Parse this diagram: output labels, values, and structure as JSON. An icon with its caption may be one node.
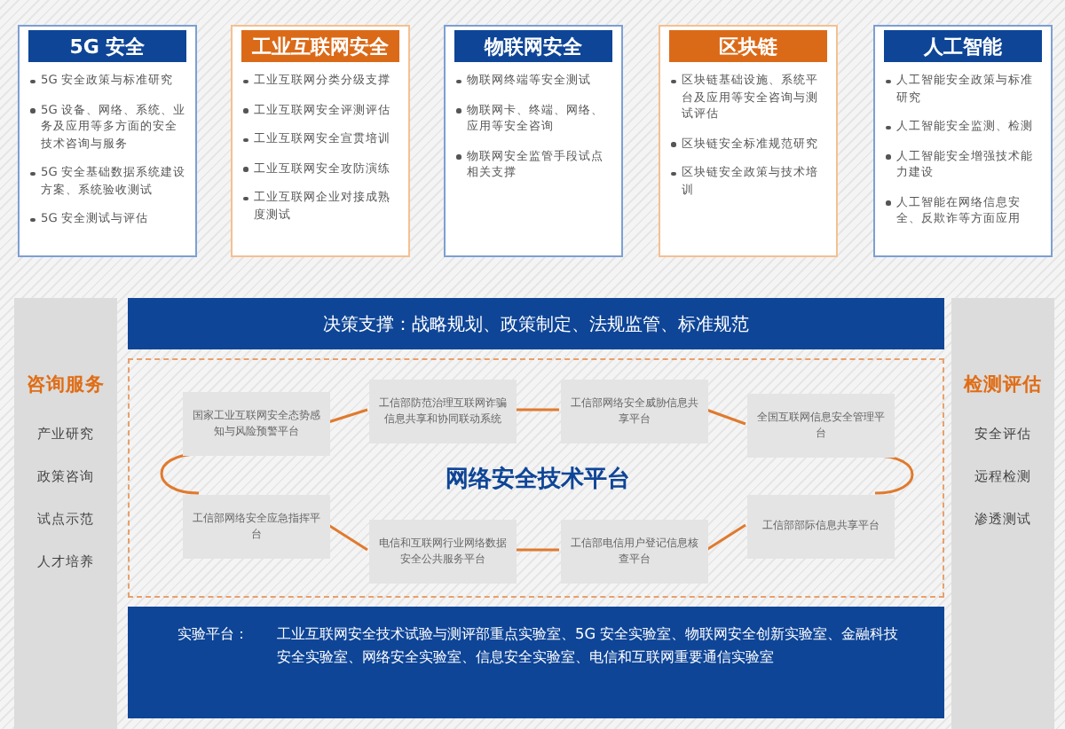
{
  "diagram": {
    "nodes": [
      {
        "text": [
          "5G 安全",
          "5G 安全政策与标准研究",
          "5G 设备、网络、系统、业务及应用等多方面的安全技术咨询与服务",
          "5G 安全基础数据系统建设方案、系统验收测试",
          "5G 安全测试与评估"
        ]
      },
      {
        "text": [
          "工业互联网安全",
          "工业互联网分类分级支撑",
          "工业互联网安全评测评估",
          "工业互联网安全宣贯培训",
          "工业互联网安全攻防演练",
          "工业互联网企业对接成熟度测试"
        ]
      },
      {
        "text": [
          "物联网安全",
          "物联网终端等安全测试",
          "物联网卡、终端、网络、应用等安全咨询",
          "物联网安全监管手段试点相关支撑"
        ]
      },
      {
        "text": [
          "区块链",
          "区块链基础设施、系统平台及应用等安全咨询与测试评估",
          "区块链安全标准规范研究",
          "区块链安全政策与技术培训"
        ]
      },
      {
        "text": [
          "人工智能",
          "人工智能安全政策与标准研究",
          "人工智能安全监测、检测",
          "人工智能安全增强技术能力建设",
          "人工智能在网络信息安全、反欺诈等方面应用"
        ]
      },
      {
        "text": [
          "咨询服务",
          "产业研究",
          "政策咨询",
          "试点示范",
          "人才培养"
        ]
      },
      {
        "text": [
          "检测评估",
          "安全评估",
          "远程检测",
          "渗透测试"
        ]
      },
      {
        "text": [
          "决策支撑：战略规划、政策制定、法规监管、标准规范"
        ]
      },
      {
        "text": [
          "网络安全技术平台"
        ]
      },
      {
        "text": [
          "国家工业互联网安全态势感知与风险预警平台"
        ],
        "in": 8
      },
      {
        "text": [
          "工信部防范治理互联网诈骗信息共享和协同联动系统"
        ],
        "in": 8
      },
      {
        "text": [
          "工信部网络安全威胁信息共享平台"
        ],
        "in": 8
      },
      {
        "text": [
          "全国互联网信息安全管理平台"
        ],
        "in": 8
      },
      {
        "text": [
          "工信部网络安全应急指挥平台"
        ],
        "in": 8
      },
      {
        "text": [
          "电信和互联网行业网络数据安全公共服务平台"
        ],
        "in": 8
      },
      {
        "text": [
          "工信部电信用户登记信息核查平台"
        ],
        "in": 8
      },
      {
        "text": [
          "工信部部际信息共享平台"
        ],
        "in": 8
      },
      {
        "text": [
          "实验平台：",
          "工业互联网安全技术试验与测评部重点实验室、5G 安全实验室、物联网安全创新实验室、金融科技安全实验室、网络安全实验室、信息安全实验室、电信和互联网重要通信实验室"
        ]
      }
    ],
    "edges": [
      {
        "from": 9,
        "to": 10,
        "arrow": "none"
      },
      {
        "from": 10,
        "to": 11,
        "arrow": "none"
      },
      {
        "from": 11,
        "to": 12,
        "arrow": "none"
      },
      {
        "from": 12,
        "to": 16,
        "arrow": "none"
      },
      {
        "from": 16,
        "to": 15,
        "arrow": "none"
      },
      {
        "from": 15,
        "to": 14,
        "arrow": "none"
      },
      {
        "from": 14,
        "to": 13,
        "arrow": "none"
      },
      {
        "from": 13,
        "to": 9,
        "arrow": "none"
      }
    ]
  }
}
